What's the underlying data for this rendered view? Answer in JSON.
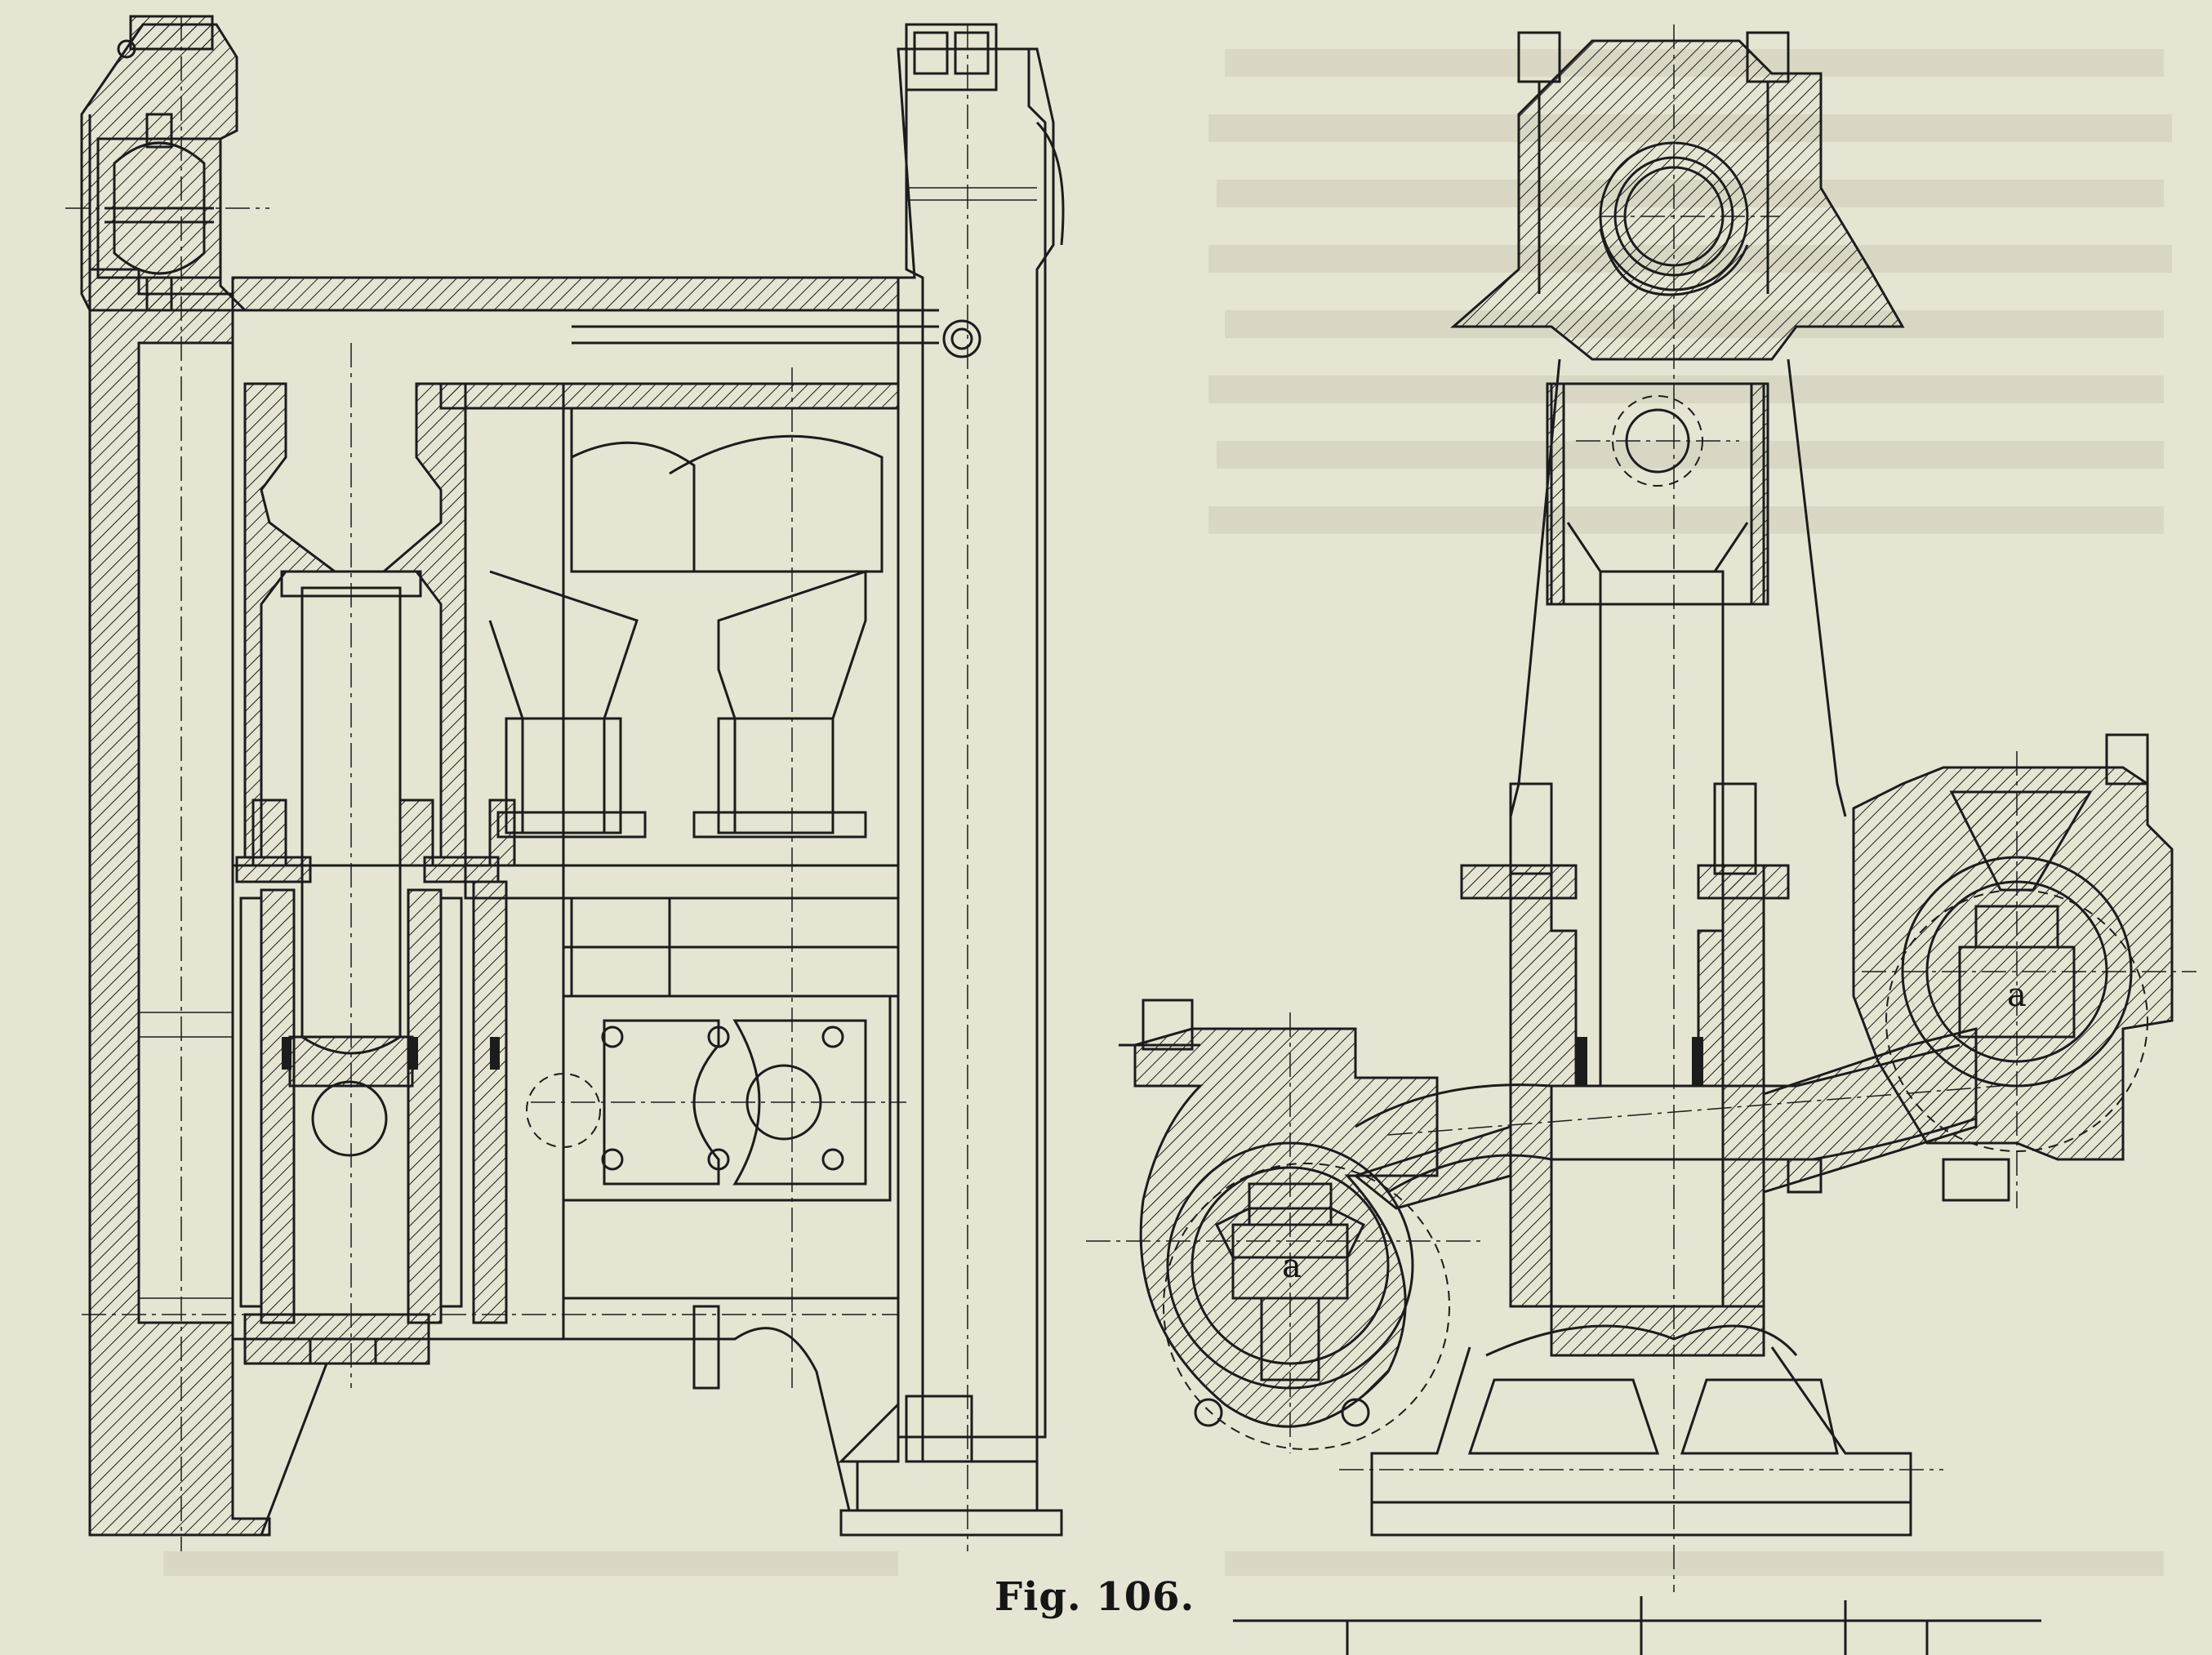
{
  "figure": {
    "caption": "Fig. 106.",
    "labels": {
      "left_pump_a": "a",
      "right_pump_a": "a"
    }
  },
  "colors": {
    "paper": "#e6e4d2",
    "ink": "#1c1c1c"
  }
}
